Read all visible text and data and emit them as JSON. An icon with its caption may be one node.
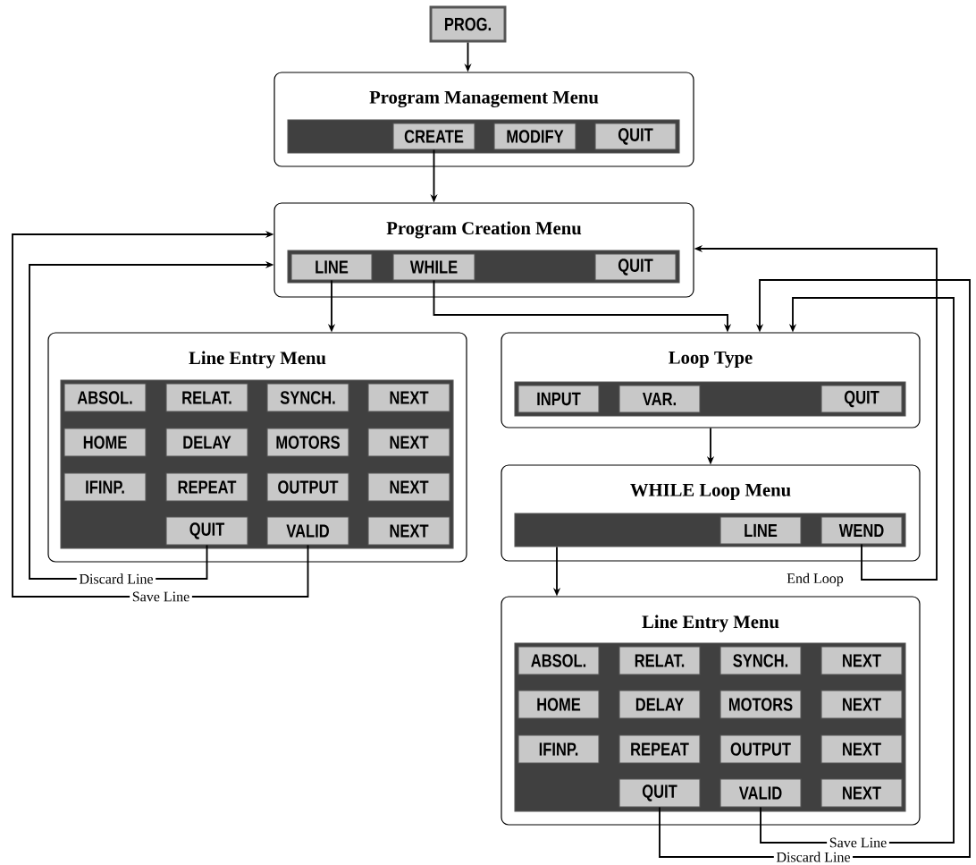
{
  "diagram": {
    "nodes": [
      {
        "text": [
          "PROG."
        ]
      },
      {
        "text": [
          "Program Management Menu"
        ]
      },
      {
        "text": [],
        "shape": "bar",
        "in": 1
      },
      {
        "text": [
          "CREATE"
        ],
        "in": 2
      },
      {
        "text": [
          "MODIFY"
        ],
        "in": 2
      },
      {
        "text": [
          "QUIT"
        ],
        "in": 2
      },
      {
        "text": [
          "Program Creation Menu"
        ]
      },
      {
        "text": [],
        "shape": "bar",
        "in": 6
      },
      {
        "text": [
          "LINE"
        ],
        "in": 7
      },
      {
        "text": [
          "WHILE"
        ],
        "in": 7
      },
      {
        "text": [
          "QUIT"
        ],
        "in": 7
      },
      {
        "text": [
          "Line Entry Menu"
        ]
      },
      {
        "text": [],
        "shape": "bar",
        "in": 11
      },
      {
        "text": [
          "ABSOL."
        ],
        "in": 12
      },
      {
        "text": [
          "RELAT."
        ],
        "in": 12
      },
      {
        "text": [
          "SYNCH."
        ],
        "in": 12
      },
      {
        "text": [
          "NEXT"
        ],
        "in": 12
      },
      {
        "text": [
          "HOME"
        ],
        "in": 12
      },
      {
        "text": [
          "DELAY"
        ],
        "in": 12
      },
      {
        "text": [
          "MOTORS"
        ],
        "in": 12
      },
      {
        "text": [
          "NEXT"
        ],
        "in": 12
      },
      {
        "text": [
          "IFINP."
        ],
        "in": 12
      },
      {
        "text": [
          "REPEAT"
        ],
        "in": 12
      },
      {
        "text": [
          "OUTPUT"
        ],
        "in": 12
      },
      {
        "text": [
          "NEXT"
        ],
        "in": 12
      },
      {
        "text": [
          "QUIT"
        ],
        "in": 12
      },
      {
        "text": [
          "VALID"
        ],
        "in": 12
      },
      {
        "text": [
          "NEXT"
        ],
        "in": 12
      },
      {
        "text": [
          "Loop Type"
        ]
      },
      {
        "text": [],
        "shape": "bar",
        "in": 28
      },
      {
        "text": [
          "INPUT"
        ],
        "in": 29
      },
      {
        "text": [
          "VAR."
        ],
        "in": 29
      },
      {
        "text": [
          "QUIT"
        ],
        "in": 29
      },
      {
        "text": [
          "WHILE Loop Menu"
        ]
      },
      {
        "text": [],
        "shape": "bar",
        "in": 33
      },
      {
        "text": [
          "LINE"
        ],
        "in": 34
      },
      {
        "text": [
          "WEND"
        ],
        "in": 34
      },
      {
        "text": [
          "Line Entry Menu"
        ]
      },
      {
        "text": [],
        "shape": "bar",
        "in": 37
      },
      {
        "text": [
          "ABSOL."
        ],
        "in": 38
      },
      {
        "text": [
          "RELAT."
        ],
        "in": 38
      },
      {
        "text": [
          "SYNCH."
        ],
        "in": 38
      },
      {
        "text": [
          "NEXT"
        ],
        "in": 38
      },
      {
        "text": [
          "HOME"
        ],
        "in": 38
      },
      {
        "text": [
          "DELAY"
        ],
        "in": 38
      },
      {
        "text": [
          "MOTORS"
        ],
        "in": 38
      },
      {
        "text": [
          "NEXT"
        ],
        "in": 38
      },
      {
        "text": [
          "IFINP."
        ],
        "in": 38
      },
      {
        "text": [
          "REPEAT"
        ],
        "in": 38
      },
      {
        "text": [
          "OUTPUT"
        ],
        "in": 38
      },
      {
        "text": [
          "NEXT"
        ],
        "in": 38
      },
      {
        "text": [
          "QUIT"
        ],
        "in": 38
      },
      {
        "text": [
          "VALID"
        ],
        "in": 38
      },
      {
        "text": [
          "NEXT"
        ],
        "in": 38
      }
    ],
    "edges": [
      {
        "from": 0,
        "to": 1,
        "arrow": "to"
      },
      {
        "from": 3,
        "to": 6,
        "arrow": "to"
      },
      {
        "from": 8,
        "to": 11,
        "arrow": "to"
      },
      {
        "from": 9,
        "to": 28,
        "arrow": "to"
      },
      {
        "from": 28,
        "to": 33,
        "arrow": "to"
      },
      {
        "from": 34,
        "to": 37,
        "arrow": "to"
      },
      {
        "from": 25,
        "to": 6,
        "arrow": "to",
        "label": "Discard Line"
      },
      {
        "from": 26,
        "to": 6,
        "arrow": "to",
        "label": "Save Line"
      },
      {
        "from": 36,
        "to": 6,
        "arrow": "to",
        "label": "End Loop"
      },
      {
        "from": 52,
        "to": 28,
        "arrow": "to",
        "label": "Save Line"
      },
      {
        "from": 51,
        "to": 28,
        "arrow": "to",
        "label": "Discard Line"
      }
    ]
  }
}
